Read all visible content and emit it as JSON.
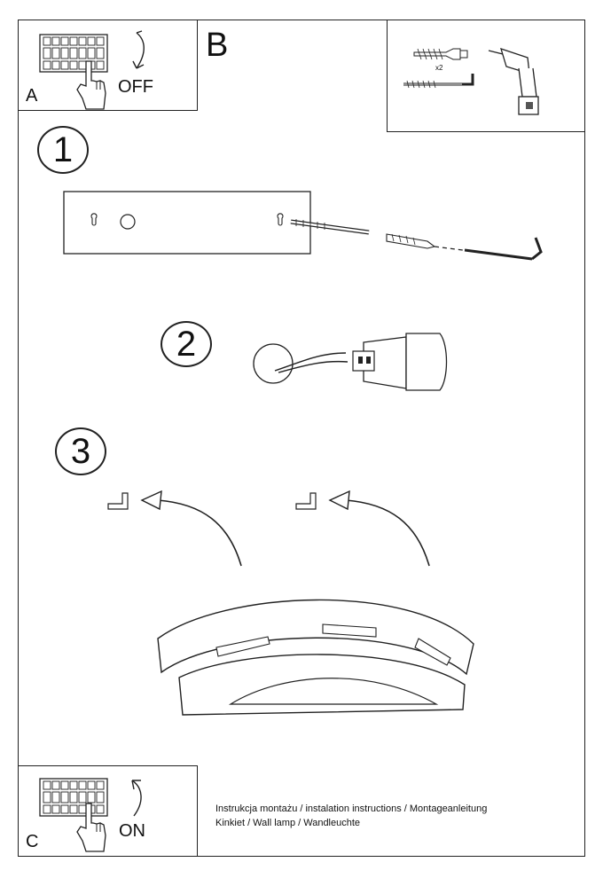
{
  "panel_a": {
    "letter": "A",
    "word": "OFF"
  },
  "panel_b": {
    "letter": "B",
    "quantity": "x2"
  },
  "panel_c": {
    "letter": "C",
    "word": "ON"
  },
  "steps": {
    "one": "1",
    "two": "2",
    "three": "3"
  },
  "caption": {
    "line1": "Instrukcja montażu / instalation instructions / Montageanleitung",
    "line2": "Kinkiet / Wall lamp / Wandleuchte"
  },
  "icons": [
    "circuit-breaker-icon",
    "hand-icon",
    "arrow-down-icon",
    "arrow-up-icon",
    "wall-plug-icon",
    "screw-hook-icon",
    "drill-icon",
    "mounting-plate-icon",
    "socket-icon",
    "wall-lamp-icon",
    "curved-arrow-icon",
    "bracket-icon"
  ]
}
